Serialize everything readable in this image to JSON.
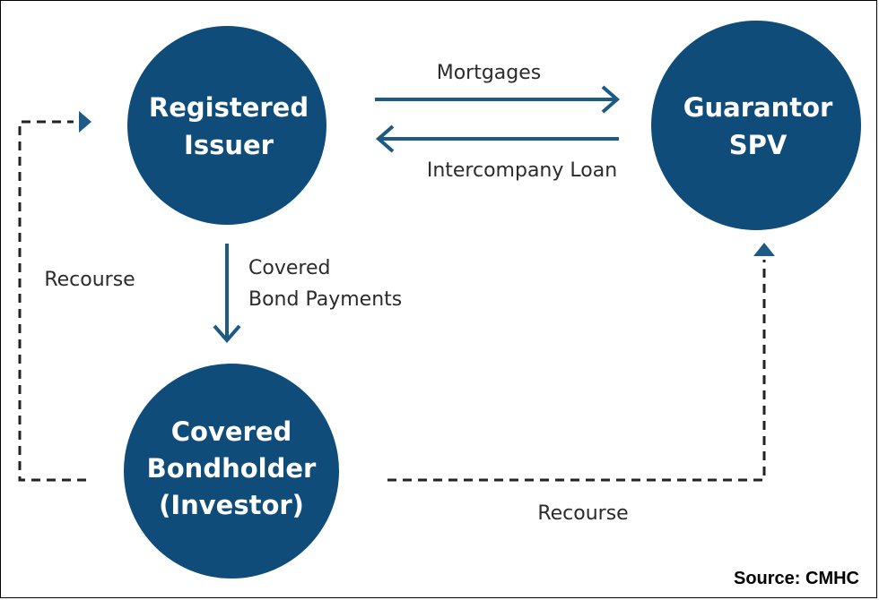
{
  "colors": {
    "node_fill": "#0f4c7a",
    "arrow": "#1d5a86",
    "dash": "#222222"
  },
  "nodes": {
    "issuer": {
      "line1": "Registered",
      "line2": "Issuer"
    },
    "guarantor": {
      "line1": "Guarantor",
      "line2": "SPV"
    },
    "bondholder": {
      "line1": "Covered",
      "line2": "Bondholder",
      "line3": "(Investor)"
    }
  },
  "edges": {
    "mortgages": "Mortgages",
    "intercompany_loan": "Intercompany Loan",
    "payments_line1": "Covered",
    "payments_line2": "Bond Payments",
    "recourse_left": "Recourse",
    "recourse_bottom": "Recourse"
  },
  "source": "Source: CMHC"
}
